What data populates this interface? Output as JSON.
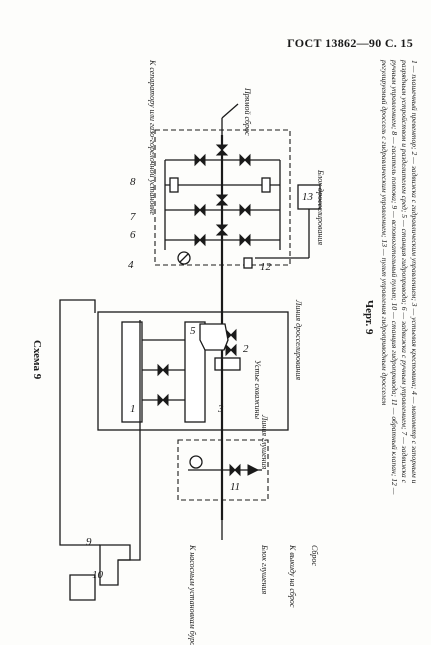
{
  "header": {
    "text": "ГОСТ 13862—90 С. 15"
  },
  "scheme_title": "Схема 9",
  "figure_caption": "Черт. 9",
  "legend": {
    "line1": "1 — плашечный превентор; 2 — задвижка с гидравлическим управлением; 3 — устьевая крестовина; 4 — манометр с запорным и",
    "line2": "разрядным устройством и разделителем сред; 5 — станция гидропривода; 6 — задвижка с ручным управлением; 7 — задвижка с",
    "line3": "ручным управлением; 8 — гаситель потока; 9 — вспомогательный пульт; 10 — станция гидропривода; 11 — обратный клапан; 12 —",
    "line4": "регулируемый дроссель с гидравлическим управлением; 13 — пульт управления гидроприводным дросселем"
  },
  "labels": {
    "separator": "К сепаратору или газо-горелочной установке",
    "flare": "Прямой сброс",
    "choke_block": "Блок дросселирования",
    "choke_line": "Линия дросселирования",
    "wellhead_equipment": "Устье скважины",
    "kill_line": "Линия глушения",
    "kill_block": "Блок глушения",
    "pump_unit": "К насосным установкам буровой",
    "discharge": "К выкиду на сброс",
    "reserve": "Сброс"
  },
  "numbers": [
    "1",
    "2",
    "3",
    "4",
    "5",
    "6",
    "7",
    "8",
    "9",
    "10",
    "11",
    "12",
    "13"
  ]
}
